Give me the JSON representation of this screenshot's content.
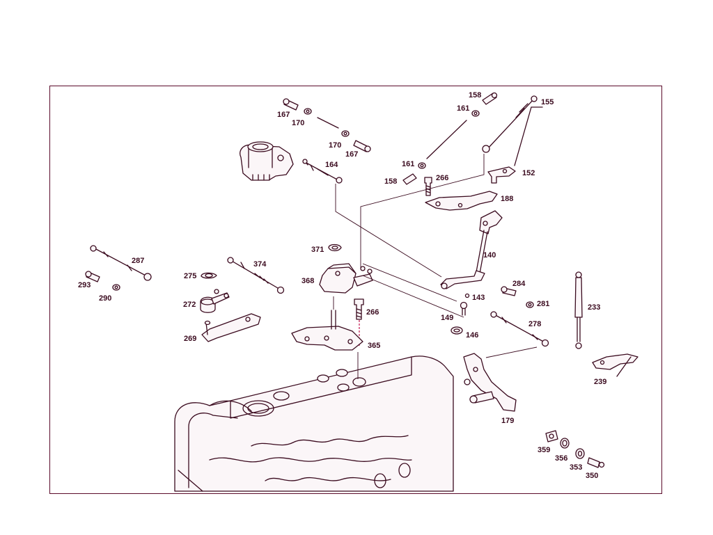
{
  "diagram": {
    "line_color": "#3a0a1e",
    "frame_color": "#5a0a2a",
    "accent_color": "#c4174f",
    "callouts": [
      {
        "id": "c167a",
        "text": "167"
      },
      {
        "id": "c170a",
        "text": "170"
      },
      {
        "id": "c170b",
        "text": "170"
      },
      {
        "id": "c167b",
        "text": "167"
      },
      {
        "id": "c164",
        "text": "164"
      },
      {
        "id": "c158a",
        "text": "158"
      },
      {
        "id": "c161a",
        "text": "161"
      },
      {
        "id": "c155",
        "text": "155"
      },
      {
        "id": "c161b",
        "text": "161"
      },
      {
        "id": "c158b",
        "text": "158"
      },
      {
        "id": "c266a",
        "text": "266"
      },
      {
        "id": "c152",
        "text": "152"
      },
      {
        "id": "c188",
        "text": "188"
      },
      {
        "id": "c140",
        "text": "140"
      },
      {
        "id": "c287",
        "text": "287"
      },
      {
        "id": "c293",
        "text": "293"
      },
      {
        "id": "c290",
        "text": "290"
      },
      {
        "id": "c374",
        "text": "374"
      },
      {
        "id": "c371",
        "text": "371"
      },
      {
        "id": "c275",
        "text": "275"
      },
      {
        "id": "c368",
        "text": "368"
      },
      {
        "id": "c272",
        "text": "272"
      },
      {
        "id": "c266b",
        "text": "266"
      },
      {
        "id": "c269",
        "text": "269"
      },
      {
        "id": "c365",
        "text": "365"
      },
      {
        "id": "c284",
        "text": "284"
      },
      {
        "id": "c143",
        "text": "143"
      },
      {
        "id": "c281",
        "text": "281"
      },
      {
        "id": "c233",
        "text": "233"
      },
      {
        "id": "c149",
        "text": "149"
      },
      {
        "id": "c278",
        "text": "278"
      },
      {
        "id": "c146",
        "text": "146"
      },
      {
        "id": "c239",
        "text": "239"
      },
      {
        "id": "c179",
        "text": "179"
      },
      {
        "id": "c359",
        "text": "359"
      },
      {
        "id": "c356",
        "text": "356"
      },
      {
        "id": "c353",
        "text": "353"
      },
      {
        "id": "c350",
        "text": "350"
      }
    ]
  }
}
